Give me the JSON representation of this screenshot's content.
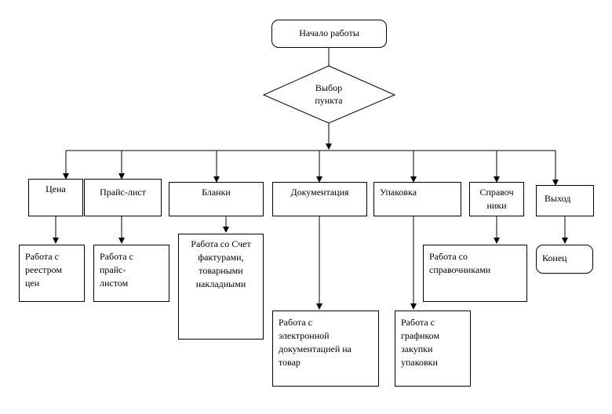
{
  "start": {
    "label": "Начало работы"
  },
  "decision": {
    "label": "Выбор\nпункта"
  },
  "menu": [
    {
      "label": "Цена",
      "action": "Работа с\nреестром\nцен"
    },
    {
      "label": "Прайс-лист",
      "action": "Работа с\nпрайс-\nлистом"
    },
    {
      "label": "Бланки",
      "action": "Работа со Счет\n фактурами,\nтоварными\nнакладными"
    },
    {
      "label": "Документация",
      "action": "Работа с\nэлектронной\nдокументацией на\nтовар"
    },
    {
      "label": "Упаковка",
      "action": "Работа с\nграфиком\nзакупки\nупаковки"
    },
    {
      "label": "Справоч\nники",
      "action": "Работа со\nсправочниками"
    },
    {
      "label": "Выход",
      "action": "Конец"
    }
  ]
}
